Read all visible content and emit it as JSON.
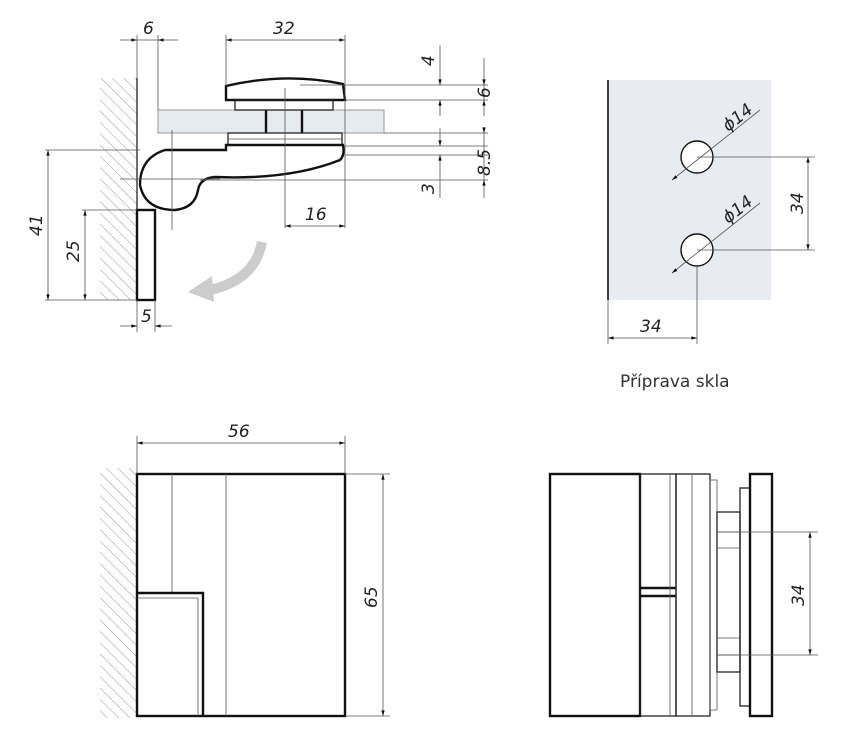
{
  "side_view": {
    "dims": {
      "wall_gap": "6",
      "cap_width": "32",
      "cap_top": "4",
      "cap_height": "6",
      "body_height": "8.5",
      "body_step": "3",
      "half_width": "16",
      "total_height": "41",
      "plate_height": "25",
      "plate_thickness": "5"
    }
  },
  "glass_prep": {
    "hole1_label": "ϕ14",
    "hole2_label": "ϕ14",
    "hole_spacing": "34",
    "edge_offset": "34",
    "caption": "Příprava skla",
    "glass_color": "#e8ecf1"
  },
  "front_view": {
    "width": "56",
    "height": "65"
  },
  "rear_view": {
    "hole_spacing": "34"
  }
}
